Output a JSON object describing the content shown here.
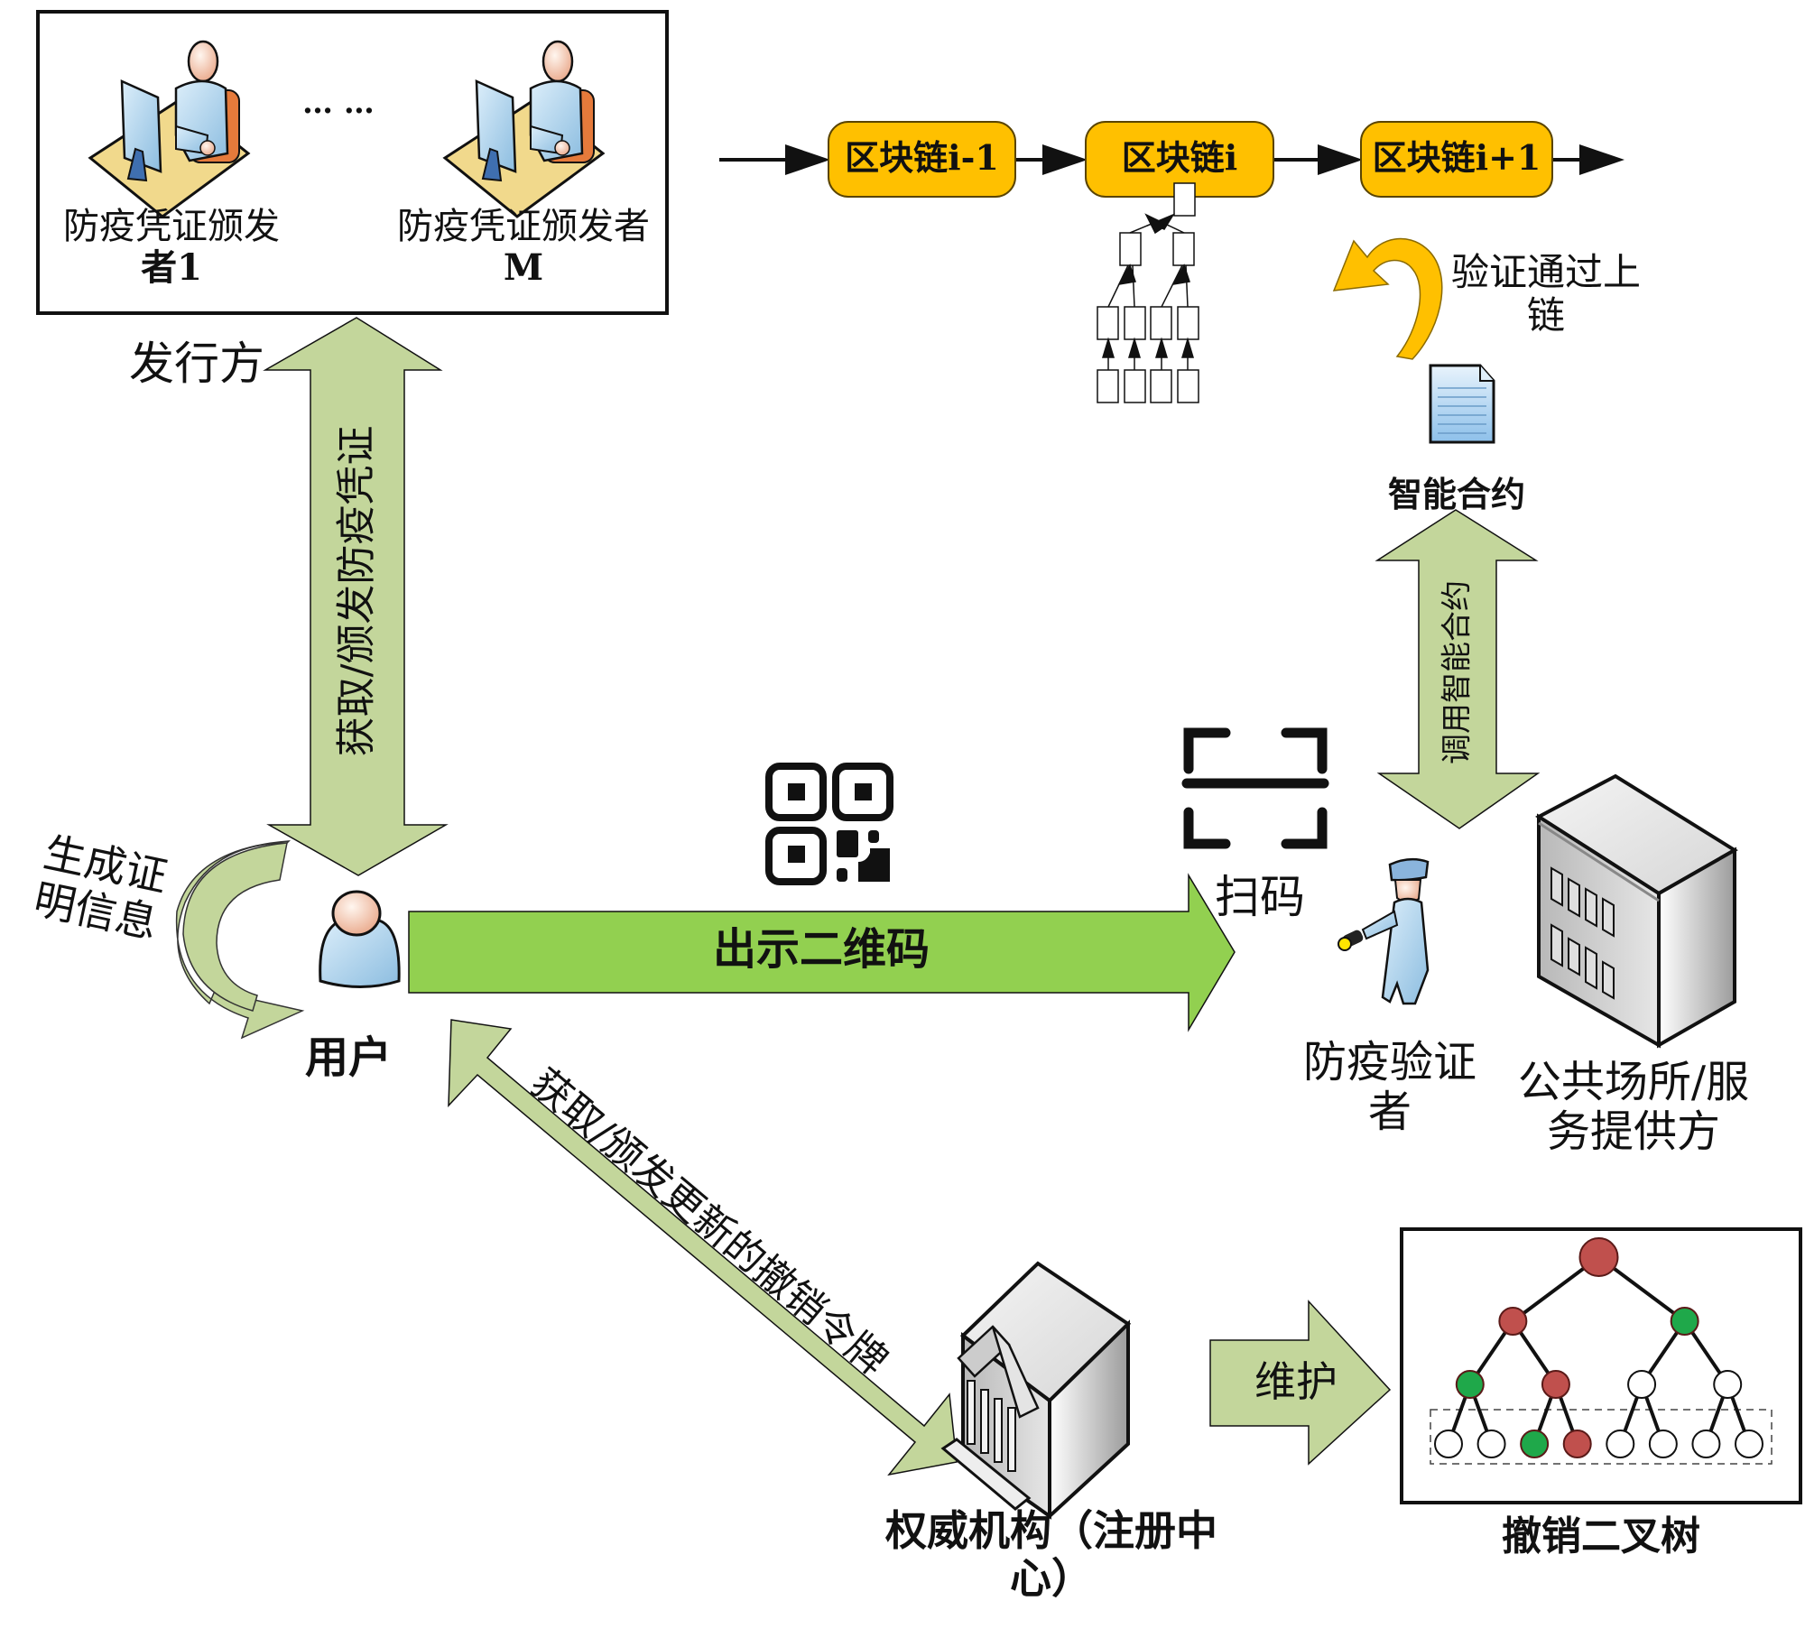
{
  "issuers": {
    "issuer_1_label_line1": "防疫凭证颁发",
    "issuer_1_label_line2": "者1",
    "ellipsis": "… …",
    "issuer_m_label_line1": "防疫凭证颁发者",
    "issuer_m_label_line2": "M",
    "group_label": "发行方"
  },
  "blockchain": {
    "blocks": [
      "区块链i-1",
      "区块链i",
      "区块链i+1"
    ],
    "verify_label_line1": "验证通过上",
    "verify_label_line2": "链",
    "smart_contract_label": "智能合约",
    "invoke_contract_label": "调用智能合约"
  },
  "flows": {
    "issue_credential_label": "获取/颁发防疫凭证",
    "generate_proof_label_line1": "生成证",
    "generate_proof_label_line2": "明信息",
    "show_qr_label": "出示二维码",
    "scan_label": "扫码",
    "revocation_token_label": "获取/颁发更新的撤销令牌",
    "maintain_label": "维护"
  },
  "actors": {
    "user_label": "用户",
    "verifier_label_line1": "防疫验证",
    "verifier_label_line2": "者",
    "service_label_line1": "公共场所/服",
    "service_label_line2": "务提供方",
    "authority_label_line1": "权威机构（注册中",
    "authority_label_line2": "心）",
    "revocation_tree_label": "撤销二叉树"
  },
  "revocation_tree": {
    "levels": [
      [
        "revoked"
      ],
      [
        "revoked",
        "valid"
      ],
      [
        "valid",
        "revoked",
        "empty",
        "empty"
      ],
      [
        "empty",
        "empty",
        "valid",
        "revoked",
        "empty",
        "empty",
        "empty",
        "empty"
      ]
    ],
    "colors": {
      "revoked": "#c0504d",
      "valid": "#1fa84a",
      "empty": "#ffffff"
    }
  },
  "colors": {
    "block_fill": "#ffc000",
    "arrow_light_green": "#c3d69b",
    "arrow_bright_green": "#92d050",
    "curve_arrow_yellow": "#ffc000"
  }
}
